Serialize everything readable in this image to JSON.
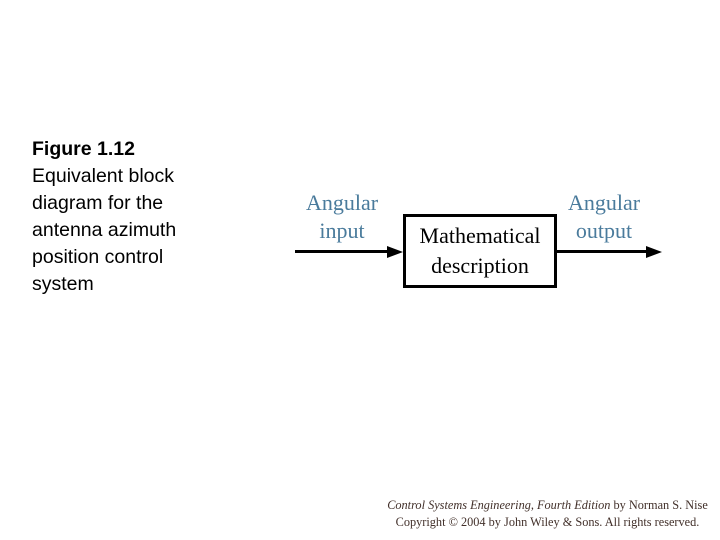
{
  "slide": {
    "background_color": "#ffffff",
    "caption": {
      "title": "Figure 1.12",
      "lines": [
        "Equivalent block",
        "diagram for the",
        "antenna azimuth",
        "position control",
        "system"
      ],
      "text_color": "#000000"
    },
    "diagram": {
      "input_label": {
        "line1": "Angular",
        "line2": "input"
      },
      "output_label": {
        "line1": "Angular",
        "line2": "output"
      },
      "block": {
        "line1": "Mathematical",
        "line2": "description"
      },
      "label_color": "#4a7b9c",
      "block_border_color": "#000000",
      "block_fill_color": "#ffffff",
      "arrow_color": "#000000"
    },
    "footer": {
      "line1_italic": "Control Systems Engineering, Fourth Edition",
      "line1_rest": " by Norman S. Nise",
      "line2": "Copyright © 2004 by John Wiley & Sons. All rights reserved.",
      "text_color": "#42302a"
    }
  }
}
